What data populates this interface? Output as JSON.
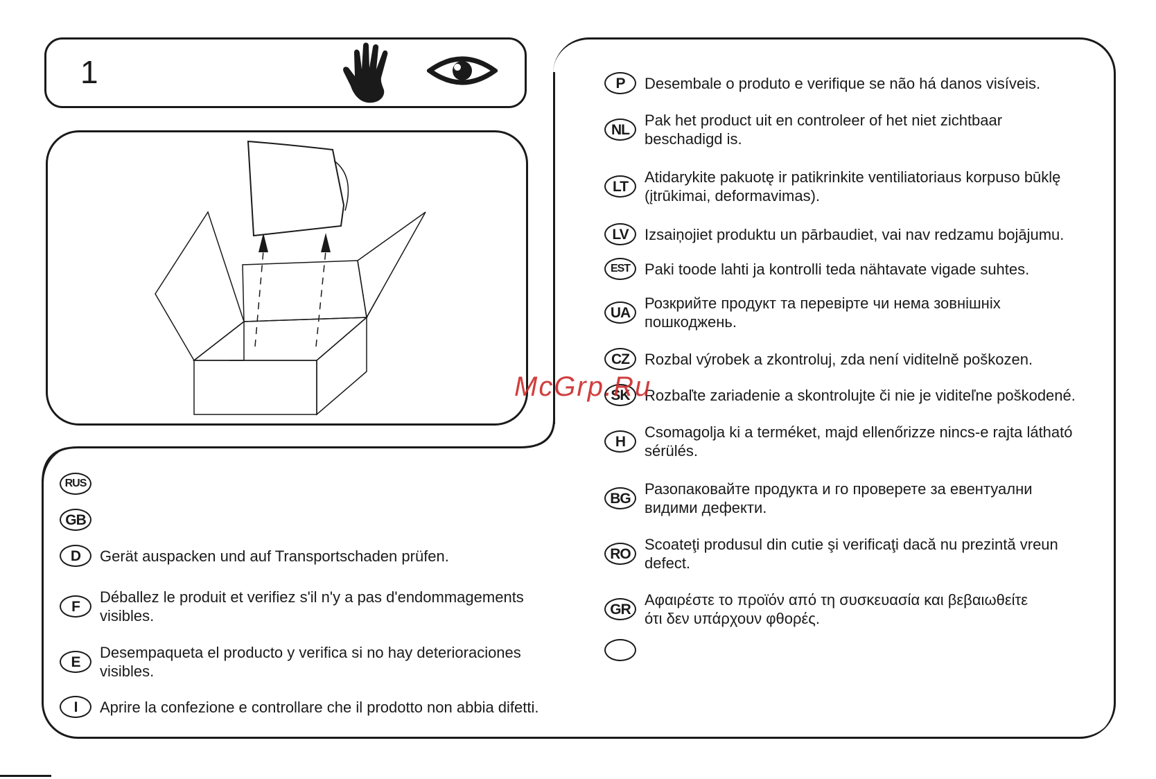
{
  "step": {
    "number": "1"
  },
  "icons": {
    "hand": "hand-icon",
    "eye": "eye-icon"
  },
  "illustration": "box-unpacking-illustration",
  "left_entries": [
    {
      "code": "RUS",
      "text": ""
    },
    {
      "code": "GB",
      "text": ""
    },
    {
      "code": "D",
      "text": "Gerät auspacken und auf Transportschaden prüfen."
    },
    {
      "code": "F",
      "text": "Déballez le produit et verifiez s'il n'y a pas d'endommagements\nvisibles."
    },
    {
      "code": "E",
      "text": "Desempaqueta el producto y verifica si no hay deterioraciones\nvisibles."
    },
    {
      "code": "I",
      "text": "Aprire la confezione e controllare che il prodotto non abbia difetti."
    }
  ],
  "right_entries": [
    {
      "code": "P",
      "text": "Desembale o produto e verifique se não há danos visíveis."
    },
    {
      "code": "NL",
      "text": "Pak het product uit en controleer of het niet zichtbaar\nbeschadigd is."
    },
    {
      "code": "LT",
      "text": "Atidarykite pakuotę ir patikrinkite ventiliatoriaus korpuso būklę\n(įtrūkimai, deformavimas)."
    },
    {
      "code": "LV",
      "text": "Izsaiņojiet produktu un pārbaudiet, vai nav redzamu bojājumu."
    },
    {
      "code": "EST",
      "text": "Paki toode lahti ja kontrolli teda nähtavate vigade suhtes."
    },
    {
      "code": "UA",
      "text": "Розкрийте продукт та перевірте чи нема зовнішніх\nпошкоджень."
    },
    {
      "code": "CZ",
      "text": "Rozbal výrobek a zkontroluj, zda není viditelně poškozen."
    },
    {
      "code": "SK",
      "text": "Rozbaľte zariadenie a skontrolujte či nie je viditeľne poškodené."
    },
    {
      "code": "H",
      "text": "Csomagolja ki a terméket, majd ellenőrizze nincs-e rajta látható\nsérülés."
    },
    {
      "code": "BG",
      "text": "Разопаковайте продукта и го проверете за евентуални\nвидими дефекти."
    },
    {
      "code": "RO",
      "text": "Scoateţi produsul din cutie şi verificaţi dacă nu prezintă vreun\ndefect."
    },
    {
      "code": "GR",
      "text": "Αφαιρέστε το προϊόν από τη συσκευασία και βεβαιωθείτε\nότι δεν υπάρχουν φθορές."
    },
    {
      "code": "",
      "text": ""
    }
  ],
  "watermark": "McGrp.Ru"
}
